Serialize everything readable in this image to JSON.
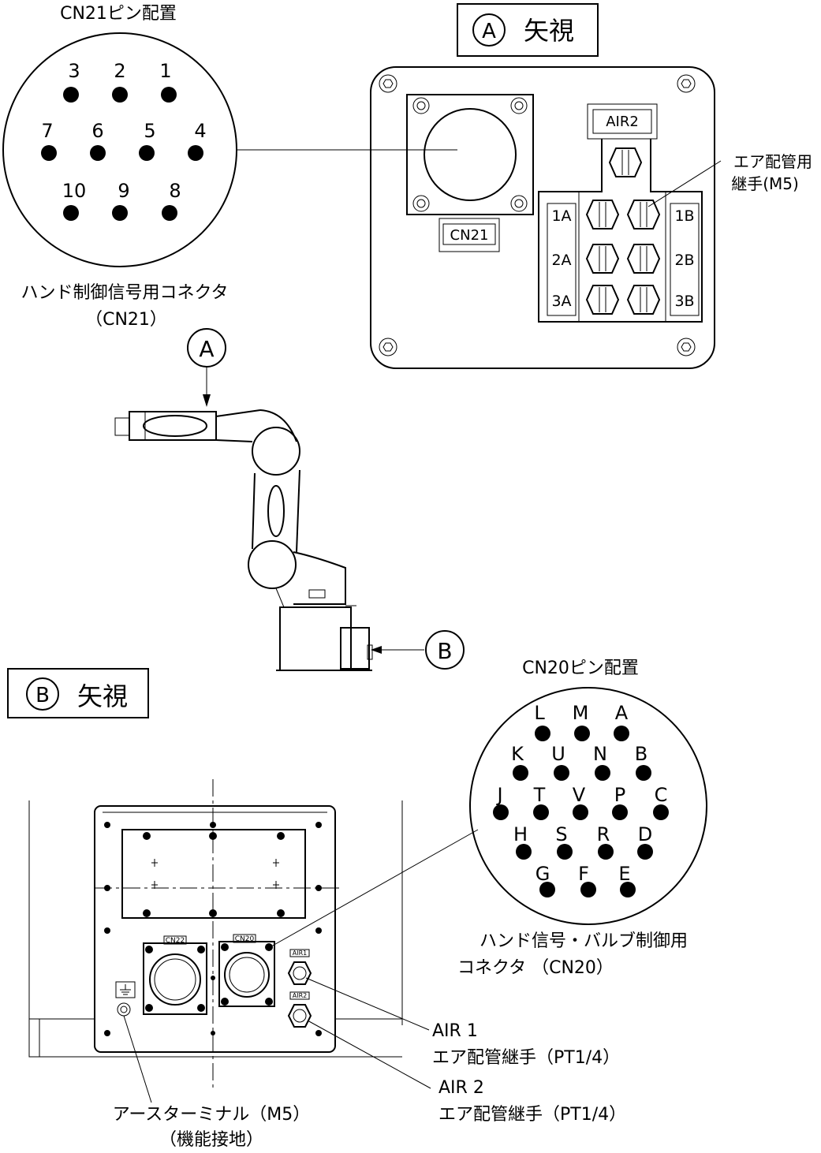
{
  "cn21": {
    "title": "CN21ピン配置",
    "pins": [
      "3",
      "2",
      "1",
      "7",
      "6",
      "5",
      "4",
      "10",
      "9",
      "8"
    ],
    "caption": "ハンド制御信号用コネクタ",
    "caption2": "（CN21）"
  },
  "viewA": {
    "circle_letter": "A",
    "title": "矢視",
    "air2_label": "AIR2",
    "cn21_label": "CN21",
    "ports_left": [
      "1A",
      "2A",
      "3A"
    ],
    "ports_right": [
      "1B",
      "2B",
      "3B"
    ],
    "fitting_label_1": "エア配管用",
    "fitting_label_2": "継手(M5)"
  },
  "robot": {
    "arrow_a": "A",
    "arrow_b": "B"
  },
  "viewB": {
    "circle_letter": "B",
    "title": "矢視",
    "cn22_small": "CN22",
    "cn20_small": "CN20",
    "air1_small": "AIR1",
    "air2_small": "AIR2"
  },
  "cn20": {
    "title": "CN20ピン配置",
    "pins": [
      "L",
      "M",
      "A",
      "K",
      "U",
      "N",
      "B",
      "J",
      "T",
      "V",
      "P",
      "C",
      "H",
      "S",
      "R",
      "D",
      "G",
      "F",
      "E"
    ],
    "caption": "ハンド信号・バルブ制御用",
    "caption2": "コネクタ （CN20）"
  },
  "labels": {
    "air1_title": "AIR 1",
    "air1_fitting": "エア配管継手（PT1/4）",
    "air2_title": "AIR 2",
    "air2_fitting": "エア配管継手（PT1/4）",
    "earth_1": "アースターミナル（M5）",
    "earth_2": "（機能接地）"
  }
}
